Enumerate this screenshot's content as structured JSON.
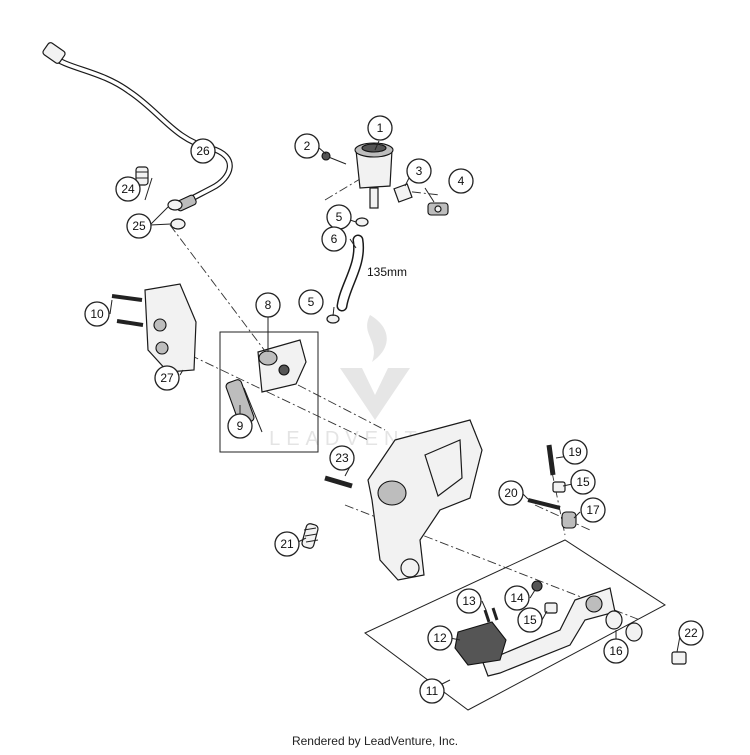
{
  "watermark": "LEADVENTURE",
  "measurement_label": "135mm",
  "footer_text": "Rendered by LeadVenture, Inc.",
  "callouts": {
    "c1": "1",
    "c2": "2",
    "c3": "3",
    "c4": "4",
    "c5a": "5",
    "c5b": "5",
    "c6": "6",
    "c8": "8",
    "c9": "9",
    "c10": "10",
    "c11": "11",
    "c12": "12",
    "c13": "13",
    "c14": "14",
    "c15a": "15",
    "c15b": "15",
    "c16": "16",
    "c17": "17",
    "c19": "19",
    "c20": "20",
    "c21": "21",
    "c22": "22",
    "c23": "23",
    "c24": "24",
    "c25": "25",
    "c26": "26",
    "c27": "27"
  }
}
